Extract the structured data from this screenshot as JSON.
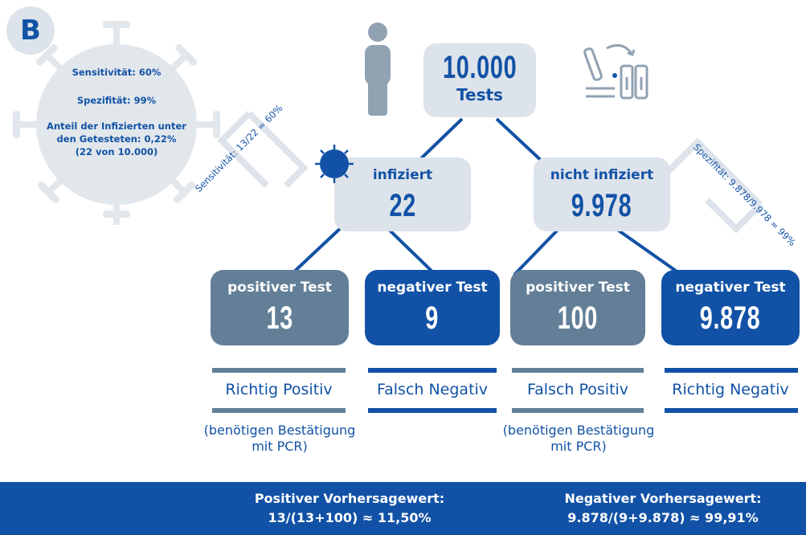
{
  "badge": "B",
  "virus_info": {
    "sensitivity": "Sensitivität:  60%",
    "specificity": "Spezifität:  99%",
    "share_line1": "Anteil der Infizierten unter",
    "share_line2": "den Getesteten: 0,22%",
    "share_line3": "(22 von 10.000)"
  },
  "root": {
    "value": "10.000",
    "label": "Tests"
  },
  "infected": {
    "label": "infiziert",
    "value": "22"
  },
  "not_infected": {
    "label": "nicht  infiziert",
    "value": "9.978"
  },
  "results": [
    {
      "label": "positiver  Test",
      "value": "13",
      "category": "Richtig Positiv"
    },
    {
      "label": "negativer  Test",
      "value": "9",
      "category": "Falsch Negativ"
    },
    {
      "label": "positiver  Test",
      "value": "100",
      "category": "Falsch Positiv"
    },
    {
      "label": "negativer  Test",
      "value": "9.878",
      "category": "Richtig Negativ"
    }
  ],
  "bracket_left": "Sensitivität: 13/22 = 60%",
  "bracket_right": "Spezifität: 9.878/9.978 = 99%",
  "notes": [
    {
      "line1": "(benötigen Bestätigung",
      "line2": "mit PCR)"
    },
    {
      "line1": "(benötigen Bestätigung",
      "line2": "mit PCR)"
    }
  ],
  "footer": {
    "ppv_title": "Positiver Vorhersagewert:",
    "ppv_formula": "13/(13+100) ≈ 11,50%",
    "npv_title": "Negativer Vorhersagewert:",
    "npv_formula": "9.878/(9+9.878) ≈ 99,91%"
  },
  "colors": {
    "blue": "#1252a6",
    "slate": "#637f97",
    "light": "#dde3ea",
    "virus": "#e2e7ec"
  },
  "icons": [
    "virus-icon",
    "person-icon",
    "test-tube-icon",
    "small-virus-icon"
  ]
}
